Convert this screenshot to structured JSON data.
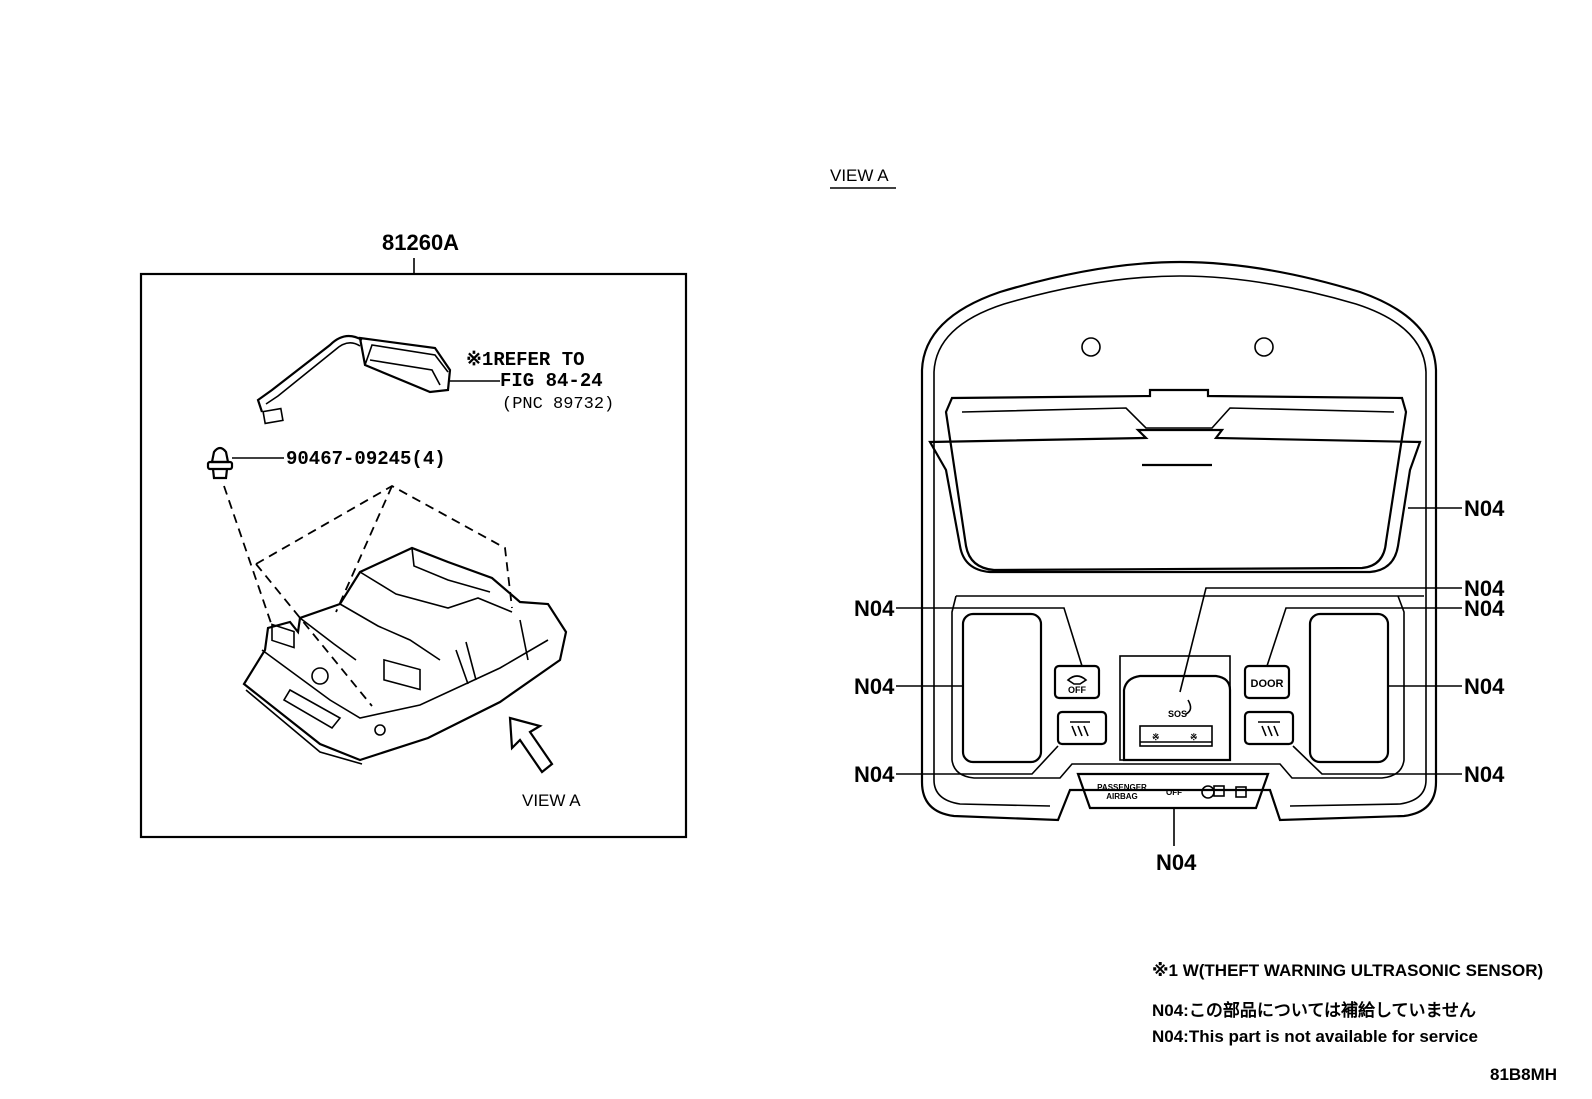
{
  "left_panel": {
    "assembly_label": "81260A",
    "sensor_note_line1": "※1REFER TO",
    "sensor_note_line2": "FIG 84-24",
    "sensor_note_line3": "(PNC 89732)",
    "clip_label": "90467-09245(4)",
    "view_label": "VIEW A"
  },
  "right_panel": {
    "view_title": "VIEW A",
    "callout": "N04",
    "button_off": "OFF",
    "button_door": "DOOR",
    "sos": "SOS",
    "airbag_line1": "PASSENGER",
    "airbag_line2": "AIRBAG",
    "airbag_off": "OFF"
  },
  "notes": {
    "note1": "※1 W(THEFT WARNING ULTRASONIC SENSOR)",
    "note2": "N04:この部品については補給していません",
    "note3": "N04:This part is not available for service"
  },
  "figure_code": "81B8MH"
}
